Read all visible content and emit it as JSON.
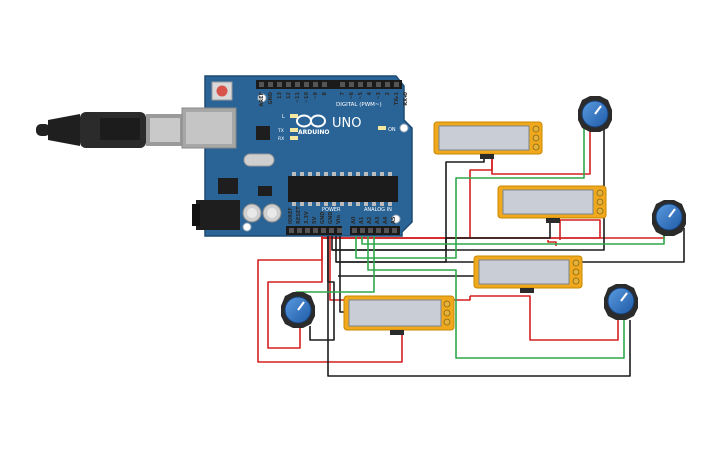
{
  "board": {
    "model": "UNO",
    "brand": "ARDUINO",
    "digital_header": "DIGITAL (PWM~)",
    "power_header": "POWER",
    "analog_header": "ANALOG IN",
    "led_on": "ON",
    "led_l": "L",
    "led_tx": "TX",
    "led_rx": "RX",
    "digital_pins": [
      "AREF",
      "GND",
      "13",
      "12",
      "~11",
      "~10",
      "~9",
      "8",
      "7",
      "~6",
      "~5",
      "4",
      "~3",
      "2",
      "TX▸1",
      "RX◂0"
    ],
    "power_pins": [
      "IOREF",
      "RESET",
      "3.3V",
      "5V",
      "GND",
      "GND",
      "Vin"
    ],
    "analog_pins": [
      "A0",
      "A1",
      "A2",
      "A3",
      "A4",
      "A5"
    ]
  },
  "colors": {
    "board": "#2a6496",
    "wire_red": "#d42020",
    "wire_black": "#1c1c1c",
    "wire_green": "#2fa84a",
    "module_frame": "#f0a81c",
    "knob": "#2c71c4"
  },
  "components": {
    "modules": [
      "bar-module-1",
      "bar-module-2",
      "bar-module-3",
      "bar-module-4"
    ],
    "potentiometers": [
      "pot-1",
      "pot-2",
      "pot-3",
      "pot-4"
    ]
  }
}
